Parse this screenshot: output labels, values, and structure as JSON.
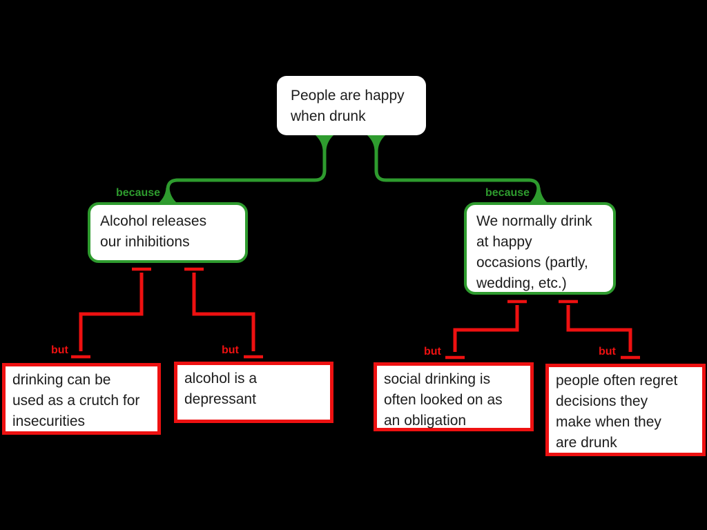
{
  "colors": {
    "canvas": "#000000",
    "support": "#2e9b2e",
    "objection": "#ee1111",
    "node-bg": "#ffffff",
    "node-text": "#1c1c1c"
  },
  "map": {
    "root": {
      "text": "People are happy\nwhen drunk"
    },
    "reasons": [
      {
        "text": "Alcohol releases\nour inhibitions",
        "label": "because"
      },
      {
        "text": "We normally drink\nat happy\noccasions (partly,\nwedding, etc.)",
        "label": "because"
      }
    ],
    "objections": [
      {
        "text": "drinking can be\nused as a crutch for\ninsecurities",
        "label": "but"
      },
      {
        "text": "alcohol is a\ndepressant",
        "label": "but"
      },
      {
        "text": "social drinking is\noften looked on as\nan obligation",
        "label": "but"
      },
      {
        "text": "people often regret\ndecisions they\nmake when they\nare drunk",
        "label": "but"
      }
    ]
  }
}
